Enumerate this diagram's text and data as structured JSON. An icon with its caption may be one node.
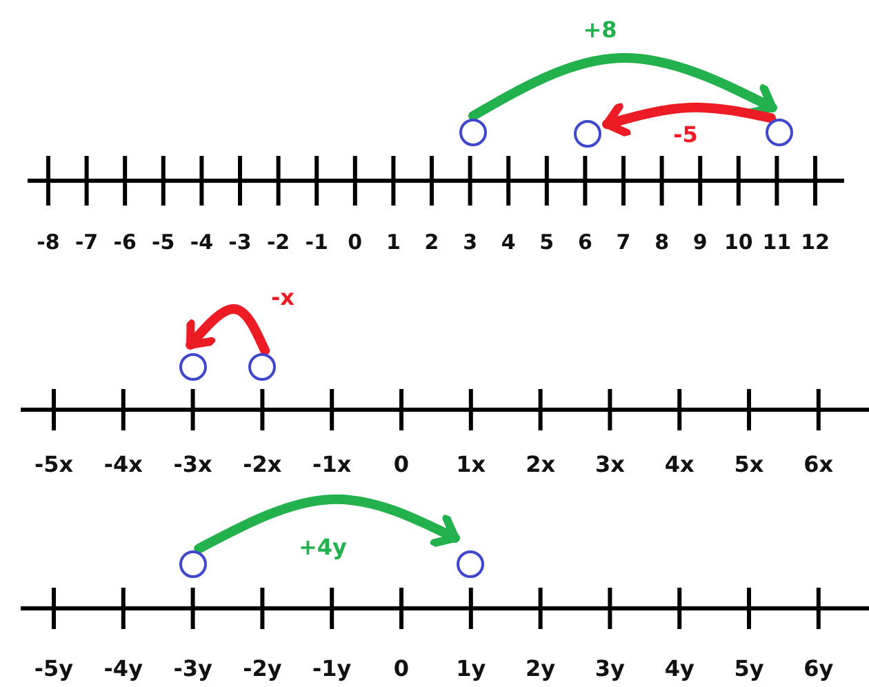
{
  "diagram": {
    "nodes": [
      {
        "text": [],
        "shape": "circle"
      },
      {
        "text": [],
        "shape": "circle"
      },
      {
        "text": [],
        "shape": "circle"
      },
      {
        "text": [],
        "shape": "circle"
      },
      {
        "text": [],
        "shape": "circle"
      },
      {
        "text": [],
        "shape": "circle"
      },
      {
        "text": [],
        "shape": "circle"
      }
    ],
    "edges": [
      {
        "from": 0,
        "to": 2,
        "arrow": "to",
        "label": "+8",
        "color": "#22b14c"
      },
      {
        "from": 2,
        "to": 1,
        "arrow": "to",
        "label": "-5",
        "color": "#ed1c24"
      },
      {
        "from": 4,
        "to": 3,
        "arrow": "to",
        "label": "-x",
        "color": "#ed1c24"
      },
      {
        "from": 5,
        "to": 6,
        "arrow": "to",
        "label": "+4y",
        "color": "#22b14c"
      }
    ],
    "labels": [
      "-8",
      "-7",
      "-6",
      "-5",
      "-4",
      "-3",
      "-2",
      "-1",
      "0",
      "1",
      "2",
      "3",
      "4",
      "5",
      "6",
      "7",
      "8",
      "9",
      "10",
      "11",
      "12",
      "-5x",
      "-4x",
      "-3x",
      "-2x",
      "-1x",
      "0",
      "1x",
      "2x",
      "3x",
      "4x",
      "5x",
      "6x",
      "-5y",
      "-4y",
      "-3y",
      "-2y",
      "-1y",
      "0",
      "1y",
      "2y",
      "3y",
      "4y",
      "5y",
      "6y"
    ]
  }
}
